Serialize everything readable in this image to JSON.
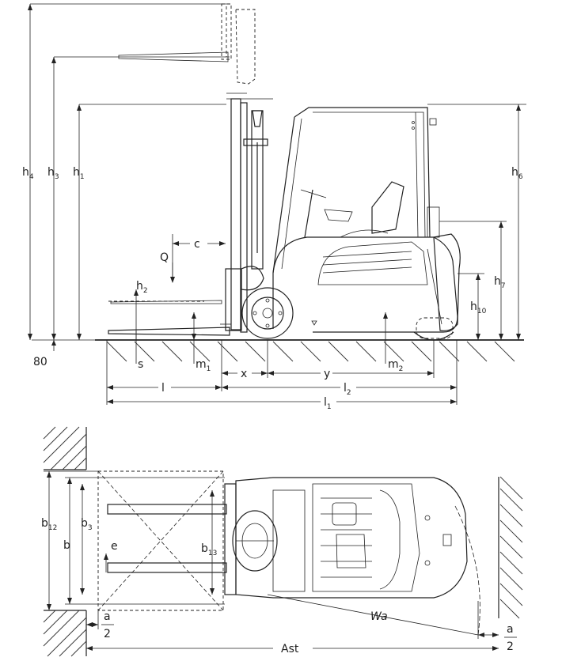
{
  "side_view": {
    "labels": {
      "h4": "h4",
      "h3": "h3",
      "h1": "h1",
      "h6": "h6",
      "h7": "h7",
      "h10": "h10",
      "h2": "h2",
      "c": "c",
      "Q": "Q",
      "s": "s",
      "m1": "m1",
      "m2": "m2",
      "x": "x",
      "y": "y",
      "l": "l",
      "l2": "l2",
      "l1": "l1",
      "ground_80": "80"
    }
  },
  "top_view": {
    "labels": {
      "b12": "b12",
      "b": "b",
      "b3": "b3",
      "e": "e",
      "b13": "b13",
      "Wa": "Wa",
      "Ast": "Ast",
      "a_left_num": "a",
      "a_left_den": "2",
      "a_right_num": "a",
      "a_right_den": "2"
    }
  }
}
